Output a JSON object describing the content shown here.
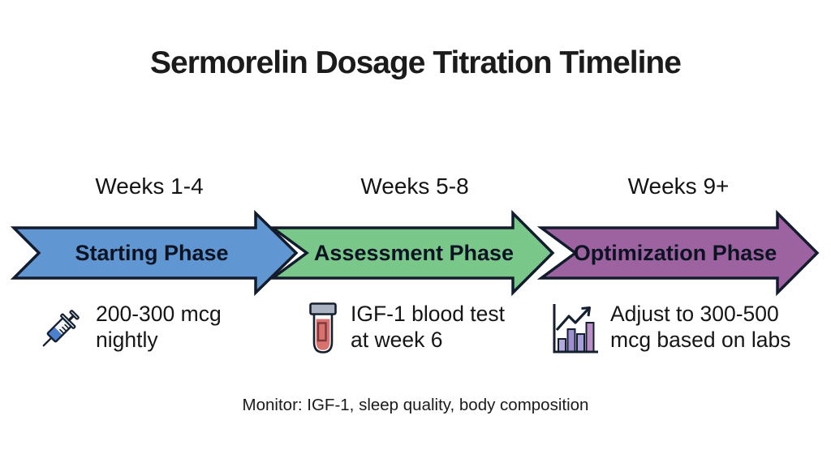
{
  "title": "Sermorelin Dosage Titration Timeline",
  "footer": "Monitor: IGF-1, sleep quality, body composition",
  "colors": {
    "background": "#ffffff",
    "outline": "#131c2d",
    "title_text": "#1b1b1b",
    "body_text": "#161616"
  },
  "phases": [
    {
      "weeks": "Weeks 1-4",
      "label": "Starting Phase",
      "arrow_color": "#6096d2",
      "icon": "syringe-icon",
      "detail": [
        "200-300 mcg",
        "nightly"
      ]
    },
    {
      "weeks": "Weeks 5-8",
      "label": "Assessment Phase",
      "arrow_color": "#7ac78a",
      "icon": "blood-test-tube-icon",
      "detail": [
        "IGF-1 blood test",
        "at week 6"
      ]
    },
    {
      "weeks": "Weeks 9+",
      "label": "Optimization Phase",
      "arrow_color": "#9d62a0",
      "icon": "bar-chart-trend-icon",
      "detail": [
        "Adjust to 300-500",
        "mcg based on labs"
      ]
    }
  ],
  "icon_colors": {
    "syringe_liquid": "#4d7fd1",
    "syringe_barrel": "#f3f6fa",
    "vial_cap": "#a9b3c1",
    "vial_blood": "#d9716e",
    "vial_label_outline": "#7e3a3a",
    "chart_bar_1": "#b5a8de",
    "chart_bar_2": "#9e8fd0",
    "chart_bar_3": "#a99fd8",
    "chart_bar_4": "#b98fc5"
  }
}
